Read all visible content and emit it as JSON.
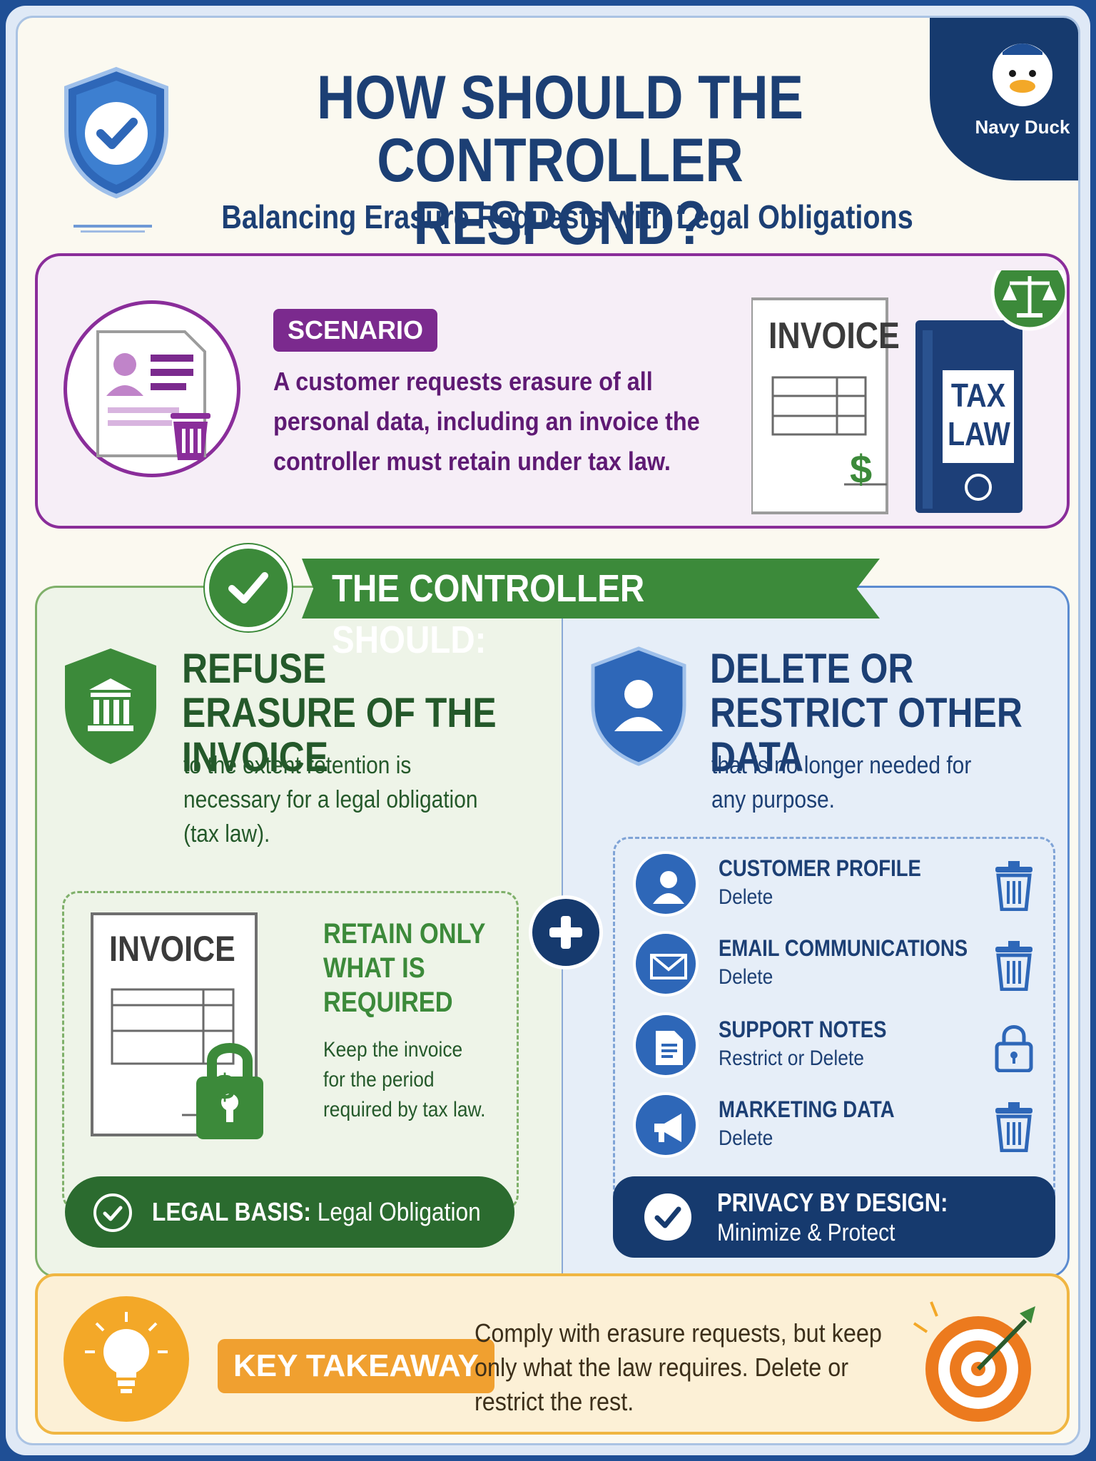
{
  "header": {
    "title": "HOW SHOULD THE CONTROLLER RESPOND?",
    "subtitle": "Balancing Erasure Requests with Legal Obligations",
    "badge_label": "Navy Duck"
  },
  "scenario": {
    "tag": "SCENARIO",
    "text": "A customer requests erasure of all personal data, including an invoice the controller must retain under tax law.",
    "invoice_label": "INVOICE",
    "binder_label_line1": "TAX",
    "binder_label_line2": "LAW",
    "currency_symbol": "$"
  },
  "controller": {
    "banner": "THE CONTROLLER SHOULD:"
  },
  "left": {
    "heading": "REFUSE ERASURE OF THE INVOICE",
    "subtext": "to the extent retention is necessary for a legal obligation (tax law).",
    "invoice_label": "INVOICE",
    "currency_symbol": "$",
    "retain_heading": "RETAIN ONLY WHAT IS REQUIRED",
    "retain_text": "Keep the invoice for the period required by tax law.",
    "legal_basis_label": "LEGAL BASIS:",
    "legal_basis_value": "Legal Obligation"
  },
  "right": {
    "heading": "DELETE OR RESTRICT OTHER DATA",
    "subtext": "that is no longer needed for any purpose.",
    "items": [
      {
        "name": "CUSTOMER PROFILE",
        "action": "Delete",
        "icon": "user-icon",
        "action_icon": "trash-icon"
      },
      {
        "name": "EMAIL COMMUNICATIONS",
        "action": "Delete",
        "icon": "envelope-icon",
        "action_icon": "trash-icon"
      },
      {
        "name": "SUPPORT NOTES",
        "action": "Restrict or Delete",
        "icon": "document-icon",
        "action_icon": "lock-icon"
      },
      {
        "name": "MARKETING DATA",
        "action": "Delete",
        "icon": "megaphone-icon",
        "action_icon": "trash-icon"
      }
    ],
    "privacy_title": "PRIVACY BY DESIGN:",
    "privacy_sub": "Minimize & Protect"
  },
  "takeaway": {
    "tag": "KEY TAKEAWAY",
    "text": "Comply with erasure requests, but keep only what the law requires. Delete or restrict the rest."
  },
  "colors": {
    "navy": "#1c3f74",
    "purple": "#7b2a8e",
    "green": "#3c8a3a",
    "blue": "#2e67b8",
    "orange": "#f0a030"
  }
}
